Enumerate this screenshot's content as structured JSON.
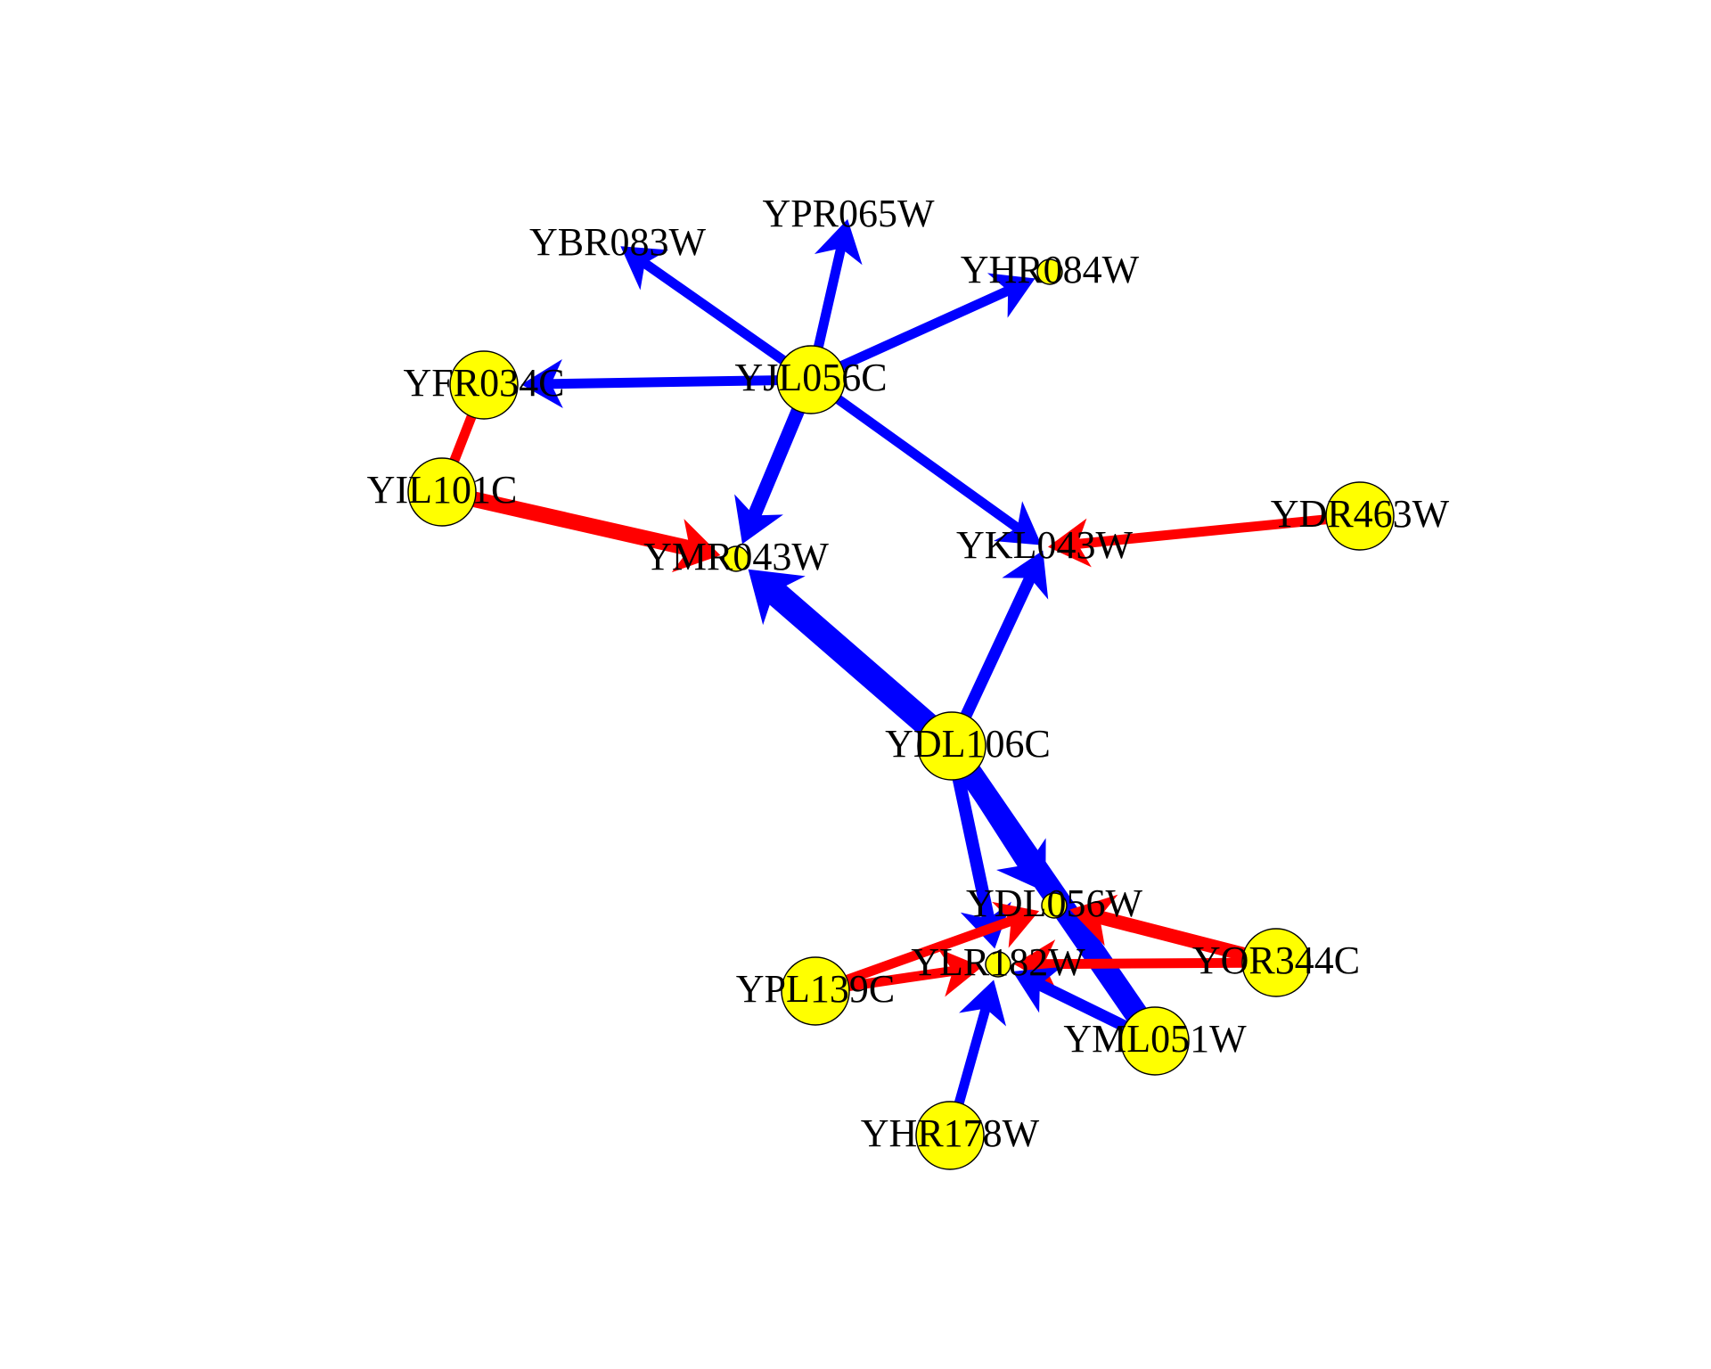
{
  "colors": {
    "activation": "#0000ff",
    "inhibition": "#ff0000",
    "node_fill": "#ffff00",
    "node_stroke": "#000000",
    "label": "#000000",
    "background": "#ffffff"
  },
  "nodes": [
    {
      "id": "YJL056C",
      "label": "YJL056C",
      "size": "large"
    },
    {
      "id": "YPR065W",
      "label": "YPR065W",
      "size": "none"
    },
    {
      "id": "YBR083W",
      "label": "YBR083W",
      "size": "none"
    },
    {
      "id": "YHR084W",
      "label": "YHR084W",
      "size": "small"
    },
    {
      "id": "YFR034C",
      "label": "YFR034C",
      "size": "large"
    },
    {
      "id": "YIL101C",
      "label": "YIL101C",
      "size": "large"
    },
    {
      "id": "YMR043W",
      "label": "YMR043W",
      "size": "small"
    },
    {
      "id": "YKL043W",
      "label": "YKL043W",
      "size": "none"
    },
    {
      "id": "YDR463W",
      "label": "YDR463W",
      "size": "large"
    },
    {
      "id": "YDL106C",
      "label": "YDL106C",
      "size": "large"
    },
    {
      "id": "YDL056W",
      "label": "YDL056W",
      "size": "small"
    },
    {
      "id": "YOR344C",
      "label": "YOR344C",
      "size": "large"
    },
    {
      "id": "YLR182W",
      "label": "YLR182W",
      "size": "small"
    },
    {
      "id": "YPL139C",
      "label": "YPL139C",
      "size": "large"
    },
    {
      "id": "YML051W",
      "label": "YML051W",
      "size": "large"
    },
    {
      "id": "YHR178W",
      "label": "YHR178W",
      "size": "large"
    }
  ],
  "edges": [
    {
      "source": "YJL056C",
      "target": "YPR065W",
      "type": "activation",
      "weight": 1
    },
    {
      "source": "YJL056C",
      "target": "YBR083W",
      "type": "activation",
      "weight": 1
    },
    {
      "source": "YJL056C",
      "target": "YHR084W",
      "type": "activation",
      "weight": 1
    },
    {
      "source": "YJL056C",
      "target": "YFR034C",
      "type": "activation",
      "weight": 1
    },
    {
      "source": "YJL056C",
      "target": "YMR043W",
      "type": "activation",
      "weight": 1.4
    },
    {
      "source": "YJL056C",
      "target": "YKL043W",
      "type": "activation",
      "weight": 1
    },
    {
      "source": "YFR034C",
      "target": "YIL101C",
      "type": "inhibition",
      "weight": 1,
      "directed": false
    },
    {
      "source": "YIL101C",
      "target": "YMR043W",
      "type": "inhibition",
      "weight": 1.6
    },
    {
      "source": "YDR463W",
      "target": "YKL043W",
      "type": "inhibition",
      "weight": 1
    },
    {
      "source": "YDL106C",
      "target": "YMR043W",
      "type": "activation",
      "weight": 2.6
    },
    {
      "source": "YDL106C",
      "target": "YKL043W",
      "type": "activation",
      "weight": 1.2
    },
    {
      "source": "YDL106C",
      "target": "YDL056W",
      "type": "activation",
      "weight": 2.0
    },
    {
      "source": "YDL106C",
      "target": "YLR182W",
      "type": "activation",
      "weight": 1.3
    },
    {
      "source": "YDL106C",
      "target": "YML051W",
      "type": "activation",
      "weight": 2.4,
      "directed": false
    },
    {
      "source": "YOR344C",
      "target": "YDL056W",
      "type": "inhibition",
      "weight": 1.4
    },
    {
      "source": "YOR344C",
      "target": "YLR182W",
      "type": "inhibition",
      "weight": 1
    },
    {
      "source": "YPL139C",
      "target": "YDL056W",
      "type": "inhibition",
      "weight": 1
    },
    {
      "source": "YPL139C",
      "target": "YLR182W",
      "type": "inhibition",
      "weight": 1
    },
    {
      "source": "YML051W",
      "target": "YLR182W",
      "type": "activation",
      "weight": 1.2
    },
    {
      "source": "YHR178W",
      "target": "YLR182W",
      "type": "activation",
      "weight": 1
    }
  ]
}
